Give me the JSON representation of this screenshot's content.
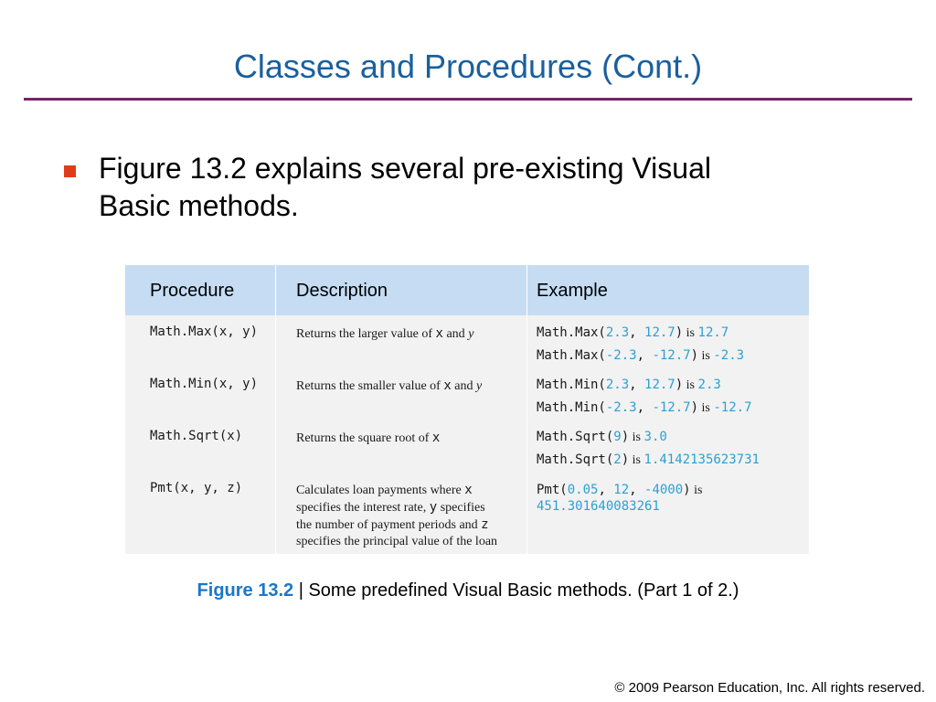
{
  "slide": {
    "title": "Classes and Procedures (Cont.)",
    "bullet": "Figure 13.2 explains several pre-existing Visual Basic methods."
  },
  "table": {
    "headers": [
      "Procedure",
      "Description",
      "Example"
    ],
    "rows": [
      {
        "procedure": "Math.Max(x, y)",
        "description": [
          "Returns the larger value of ",
          "x",
          " and ",
          "y"
        ],
        "examples": [
          {
            "pre": "Math.Max(",
            "a": "2.3",
            "sep": ", ",
            "b": "12.7",
            "post": ")",
            "is": " is ",
            "result": "12.7"
          },
          {
            "pre": "Math.Max(",
            "a": "-2.3",
            "sep": ", ",
            "b": "-12.7",
            "post": ")",
            "is": " is ",
            "result": "-2.3"
          }
        ]
      },
      {
        "procedure": "Math.Min(x, y)",
        "description": [
          "Returns the smaller value of ",
          "x",
          " and ",
          "y"
        ],
        "examples": [
          {
            "pre": "Math.Min(",
            "a": "2.3",
            "sep": ", ",
            "b": "12.7",
            "post": ")",
            "is": " is ",
            "result": "2.3"
          },
          {
            "pre": "Math.Min(",
            "a": "-2.3",
            "sep": ", ",
            "b": "-12.7",
            "post": ")",
            "is": " is ",
            "result": "-12.7"
          }
        ]
      },
      {
        "procedure": "Math.Sqrt(x)",
        "description": [
          "Returns the square root of ",
          "x"
        ],
        "examples": [
          {
            "pre": "Math.Sqrt(",
            "a": "9",
            "post": ")",
            "is": " is ",
            "result": "3.0"
          },
          {
            "pre": "Math.Sqrt(",
            "a": "2",
            "post": ")",
            "is": " is ",
            "result": "1.4142135623731"
          }
        ]
      },
      {
        "procedure": "Pmt(x, y, z)",
        "description": {
          "line1": [
            "Calculates loan payments where ",
            "x"
          ],
          "line2": [
            "specifies the interest rate, ",
            "y",
            " specifies"
          ],
          "line3": [
            "the number of payment periods and ",
            "z"
          ],
          "line4": [
            "specifies the principal value of the loan"
          ]
        },
        "example": {
          "pre": "Pmt(",
          "a": "0.05",
          "sep1": ", ",
          "b": "12",
          "sep2": ", ",
          "c": "-4000",
          "post": ")",
          "is": " is",
          "result": "451.301640083261"
        }
      }
    ]
  },
  "caption": {
    "figure": "Figure 13.2",
    "text": " | Some predefined Visual Basic methods. (Part 1 of 2.)"
  },
  "footer": {
    "copyright": "© 2009 Pearson Education, Inc.  All rights reserved."
  },
  "colors": {
    "title": "#1a5f9e",
    "rule": "#7b1f6e",
    "bullet": "#e03c1c",
    "header_bg": "#c5dcf3",
    "body_bg": "#f2f2f2",
    "value": "#2aa0d4",
    "figure_label": "#1b76c9"
  }
}
